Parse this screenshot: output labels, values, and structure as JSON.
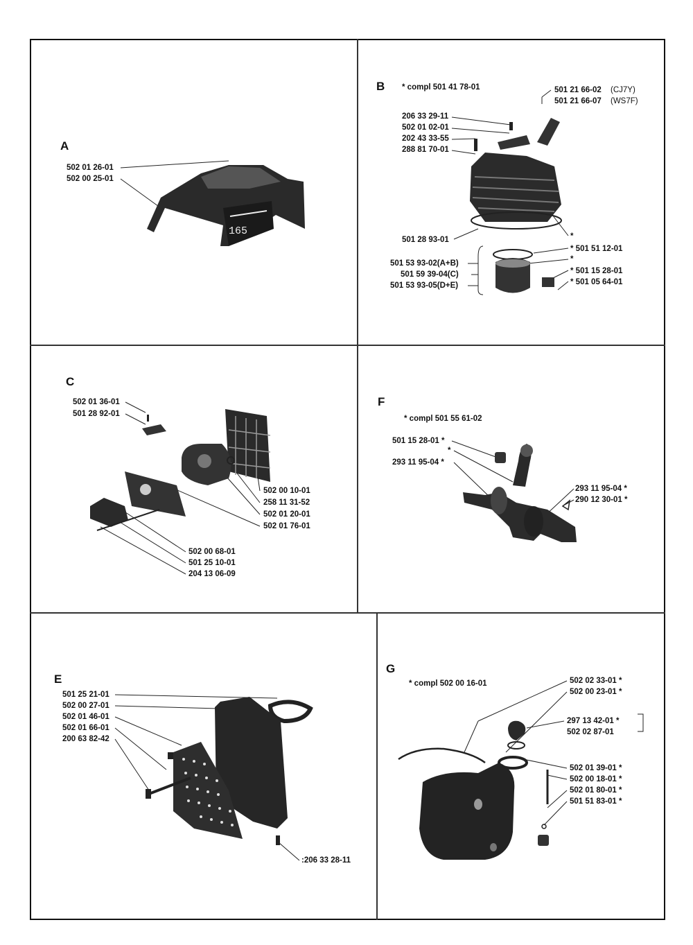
{
  "sections": {
    "A": {
      "letter": "A",
      "labels": [
        "502 01 26-01",
        "502 00 25-01"
      ],
      "display_text": "165"
    },
    "B": {
      "letter": "B",
      "compl": "* compl 501 41 78-01",
      "labels_left": [
        "206 33 29-11",
        "502 01 02-01",
        "202 43 33-55",
        "288 81 70-01",
        "501 28 93-01",
        "501 53 93-02(A+B)",
        "501 59 39-04(C)",
        "501 53 93-05(D+E)"
      ],
      "labels_right_top": [
        "501 21 66-02",
        "501 21 66-07"
      ],
      "plug_codes": [
        "(CJ7Y)",
        "(WS7F)"
      ],
      "labels_right": [
        "*",
        "* 501 51 12-01",
        "*",
        "* 501 15 28-01",
        "* 501 05 64-01"
      ]
    },
    "C": {
      "letter": "C",
      "labels_top": [
        "502 01 36-01",
        "501 28 92-01"
      ],
      "labels_right": [
        "502 00 10-01",
        "258 11 31-52",
        "502 01 20-01",
        "502 01 76-01"
      ],
      "labels_bottom": [
        "502 00 68-01",
        "501 25 10-01",
        "204 13 06-09"
      ]
    },
    "F": {
      "letter": "F",
      "compl": "* compl 501 55 61-02",
      "labels_left": [
        "501 15 28-01 *",
        "*",
        "293 11 95-04 *"
      ],
      "labels_right": [
        "293 11 95-04 *",
        "290 12 30-01 *"
      ]
    },
    "E": {
      "letter": "E",
      "labels_left": [
        "501 25 21-01",
        "502 00 27-01",
        "502 01 46-01",
        "502 01 66-01",
        "200 63 82-42"
      ],
      "label_bottom": ":206 33 28-11"
    },
    "G": {
      "letter": "G",
      "compl": "* compl 502 00 16-01",
      "labels_right": [
        "502 02 33-01 *",
        "502 00 23-01 *",
        "297 13 42-01 *",
        "502 02 87-01",
        "502 01 39-01 *",
        "502 00 18-01 *",
        "502 01 80-01 *",
        "501 51 83-01 *"
      ]
    }
  }
}
